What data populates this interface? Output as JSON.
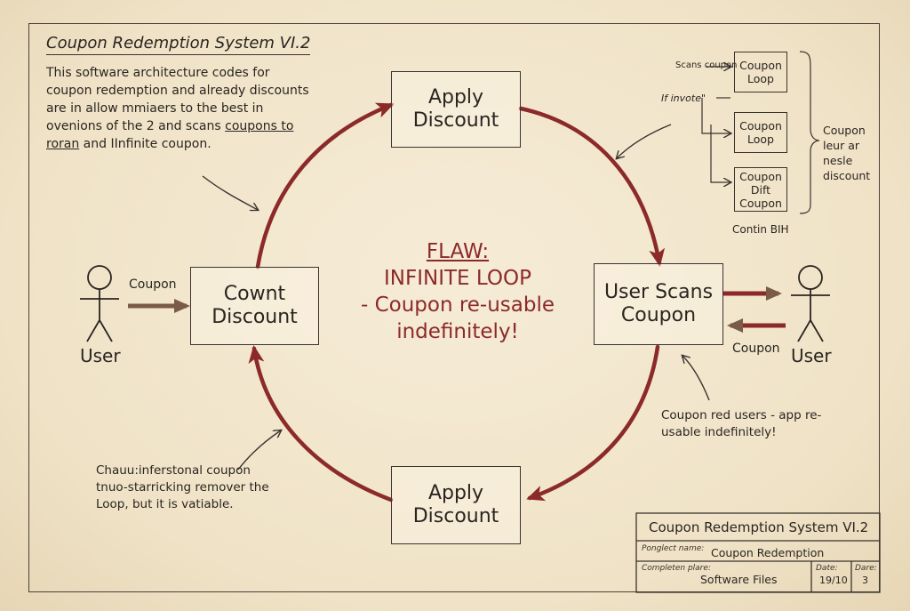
{
  "title": "Coupon Redemption System VI.2",
  "intro": {
    "text": "This software architecture codes for coupon redemption and already discounts are in allow mmiaers to the best in ovenions of the 2 and scans ",
    "underlined": "coupons to roran",
    "tail": " and IInfinite coupon."
  },
  "nodes": {
    "top": "Apply Discount",
    "left": "Cownt Discount",
    "right": "User Scans Coupon",
    "bottom": "Apply Discount"
  },
  "flaw": {
    "heading": "FLAW:",
    "line1": "INFINITE LOOP",
    "line2": "- Coupon re-usable",
    "line3": "indefinitely!"
  },
  "actors": {
    "left_user": "User",
    "right_user": "User",
    "left_coupon": "Coupon",
    "right_coupon": "Coupon"
  },
  "annotations": {
    "right_note": "Coupon red users - app re-usable indefinitely!",
    "bottom_left_note": "Chauu:inferstonal coupon tnuo-starricking remover the Loop, but it is vatiable."
  },
  "subflow": {
    "scans_label": "Scans coupon",
    "if_label": "If invote\"",
    "boxes": [
      "Coupon Loop",
      "Coupon Loop",
      "Coupon Dift Coupon"
    ],
    "brace_label": "Coupon leur ar nesle discount",
    "contin_label": "Contin BIH"
  },
  "title_block": {
    "title": "Coupon Redemption System VI.2",
    "project_label": "Ponglect name:",
    "project_value": "Coupon Redemption",
    "completion_label": "Completen plare:",
    "completion_value": "Software Files",
    "date_label": "Date:",
    "date_value": "19/10",
    "dare_label": "Dare:",
    "dare_value": "3"
  },
  "colors": {
    "paper": "#f1e6cf",
    "ink": "#2b2520",
    "loop_red": "#8c2a2a",
    "arrow_brown": "#7a5a48"
  }
}
